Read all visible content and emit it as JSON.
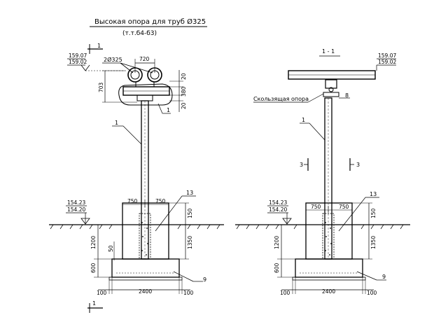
{
  "title": "Высокая опора для труб Ø325",
  "subtitle": "(т.т.б4-б3)",
  "section_title": "1 - 1",
  "callouts": {
    "pipes": "2Ø325",
    "sliding_support": "Скользящая опора",
    "one": "1",
    "eight": "8",
    "nine": "9",
    "thirteen": "13",
    "section_mark": "1",
    "section_three": "3"
  },
  "elevations": {
    "top_main": "159.07",
    "top_sub": "159.02",
    "ground_main": "154.23",
    "ground_sub": "154.20"
  },
  "dimensions": {
    "d720": "720",
    "d703": "703",
    "d20": "20",
    "d380": "380",
    "d750": "750",
    "d150": "150",
    "d1200": "1200",
    "d1350": "1350",
    "d50": "50",
    "d600": "600",
    "d100": "100",
    "d2400": "2400"
  },
  "colors": {
    "ink": "#000000",
    "paper": "#ffffff"
  }
}
